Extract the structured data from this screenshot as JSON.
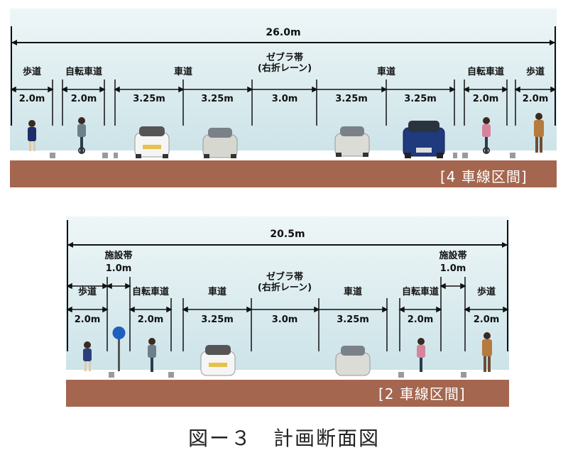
{
  "top": {
    "total": "26.0m",
    "section_label": "[4 車線区間]",
    "lanes": [
      {
        "label": "歩道",
        "width": "2.0m"
      },
      {
        "label": "自転車道",
        "width": "2.0m"
      },
      {
        "label": "車道",
        "width": "3.25m"
      },
      {
        "label": "",
        "width": "3.25m"
      },
      {
        "label": "ゼブラ帯\n(右折レーン)",
        "width": "3.0m"
      },
      {
        "label": "",
        "width": "3.25m"
      },
      {
        "label": "車道",
        "width": "3.25m"
      },
      {
        "label": "自転車道",
        "width": "2.0m"
      },
      {
        "label": "歩道",
        "width": "2.0m"
      }
    ]
  },
  "bottom": {
    "total": "20.5m",
    "section_label": "[2 車線区間]",
    "lanes": [
      {
        "label": "歩道",
        "width": "2.0m"
      },
      {
        "label": "施設帯",
        "width": "1.0m"
      },
      {
        "label": "自転車道",
        "width": "2.0m"
      },
      {
        "label": "車道",
        "width": "3.25m"
      },
      {
        "label": "ゼブラ帯\n(右折レーン)",
        "width": "3.0m"
      },
      {
        "label": "車道",
        "width": "3.25m"
      },
      {
        "label": "自転車道",
        "width": "2.0m"
      },
      {
        "label": "施設帯",
        "width": "1.0m"
      },
      {
        "label": "歩道",
        "width": "2.0m"
      }
    ]
  },
  "caption": "図ー３　計画断面図",
  "colors": {
    "sky_top": "#e9f3f5",
    "sky_bottom": "#c6e0e6",
    "soil": "#a5664f",
    "road": "#ffffff"
  }
}
